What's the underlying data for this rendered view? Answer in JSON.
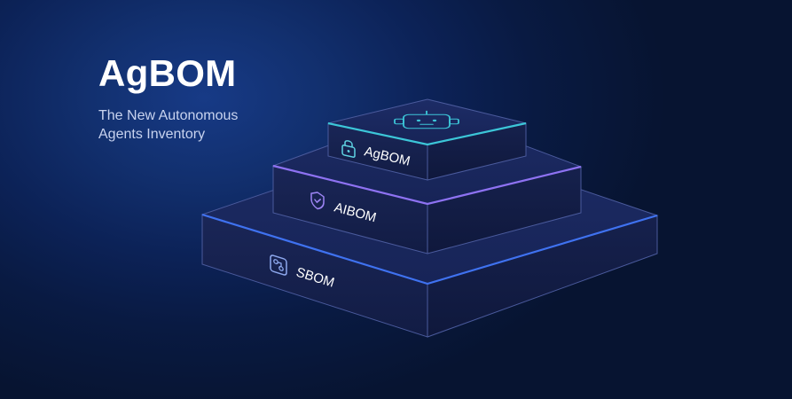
{
  "hero": {
    "title": "AgBOM",
    "subtitle_lines": [
      "The New Autonomous",
      "Agents Inventory"
    ]
  },
  "layers": [
    {
      "label": "AgBOM",
      "icon": "lock-icon",
      "accent": "#3cc6d8"
    },
    {
      "label": "AIBOM",
      "icon": "shield-check-icon",
      "accent": "#8e72f2"
    },
    {
      "label": "SBOM",
      "icon": "component-icon",
      "accent": "#3f72f0"
    }
  ],
  "top_icon": "robot-icon",
  "colors": {
    "background": "#0b1f52",
    "outline": "#4f5fa3"
  }
}
